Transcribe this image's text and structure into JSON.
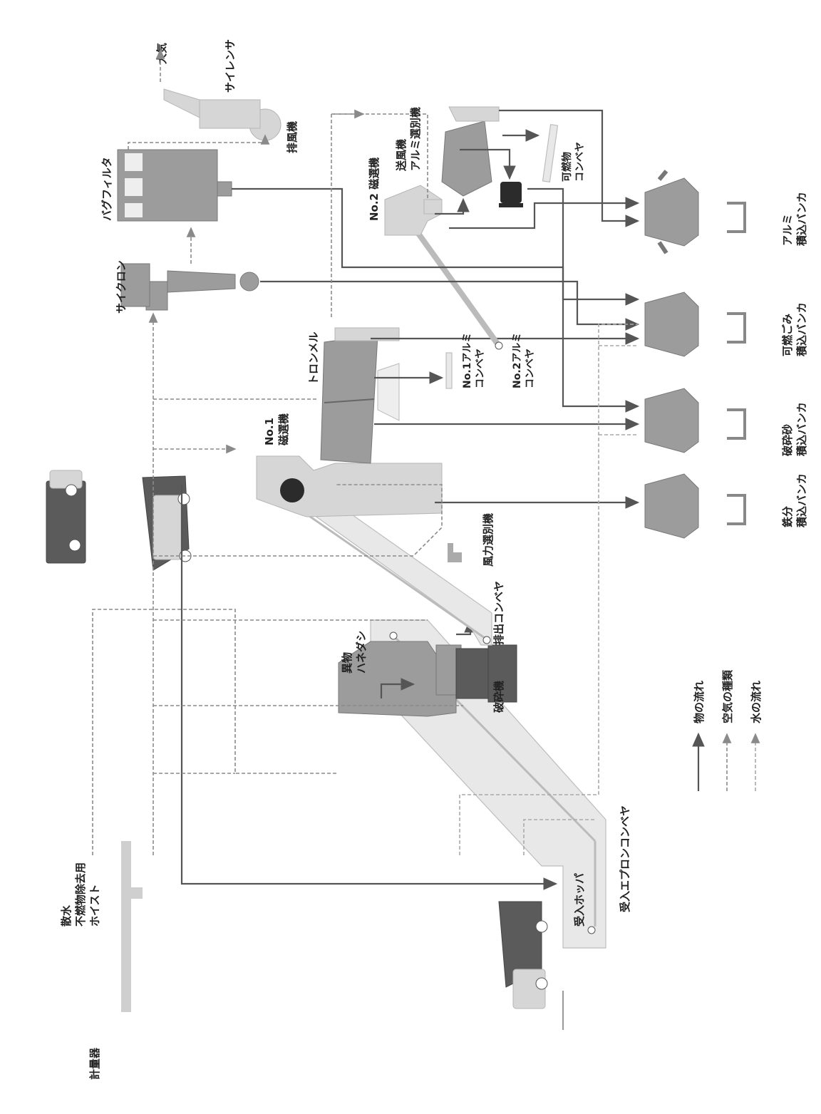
{
  "diagram": {
    "labels": {
      "scale": "計量器",
      "hoist": [
        "散水",
        "不燃物除去用",
        "ホイスト"
      ],
      "receiving_hopper": "受入ホッパ",
      "apron_conveyor": "受入エプロンコンベヤ",
      "foreign_damper": [
        "異物",
        "ハネダシ"
      ],
      "crusher": "破砕機",
      "discharge_conveyor": "排出コンベヤ",
      "wind_separator": "風力選別機",
      "magnet1": [
        "No.1",
        "磁選機"
      ],
      "trommel": "トロンメル",
      "al_conveyor1": [
        "No.1アルミ",
        "コンベヤ"
      ],
      "al_conveyor2": [
        "No.2アルミ",
        "コンベヤ"
      ],
      "cyclone": "サイクロン",
      "bag_filter": "バグフィルタ",
      "fan": "排風機",
      "silencer": "サイレンサ",
      "atmosphere": "大気",
      "magnet2": "No.2 磁選機",
      "blower_al": [
        "送風機",
        "アルミ選別機"
      ],
      "combustible_conveyor": [
        "可燃物",
        "コンベヤ"
      ],
      "bunker_al": [
        "アルミ",
        "積込バンカ"
      ],
      "bunker_combustible": [
        "可燃ごみ",
        "積込バンカ"
      ],
      "bunker_sand": [
        "破砕砂",
        "積込バンカ"
      ],
      "bunker_iron": [
        "鉄分",
        "積込バンカ"
      ]
    },
    "legend": [
      {
        "key": "material",
        "label": "物の流れ"
      },
      {
        "key": "air",
        "label": "空気の種類"
      },
      {
        "key": "water",
        "label": "水の流れ"
      }
    ]
  }
}
